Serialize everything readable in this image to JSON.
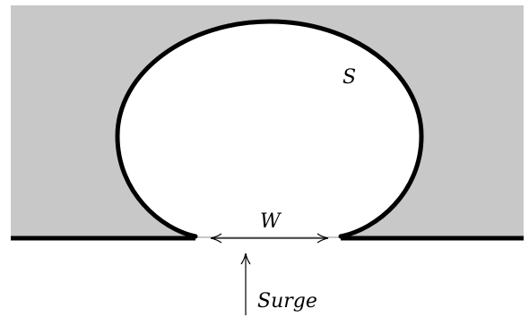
{
  "diagram": {
    "labels": {
      "region": "S",
      "width": "W",
      "surge": "Surge"
    },
    "colors": {
      "background_fill": "#c8c8c8",
      "chamber_fill": "#ffffff",
      "outline": "#000000"
    }
  }
}
